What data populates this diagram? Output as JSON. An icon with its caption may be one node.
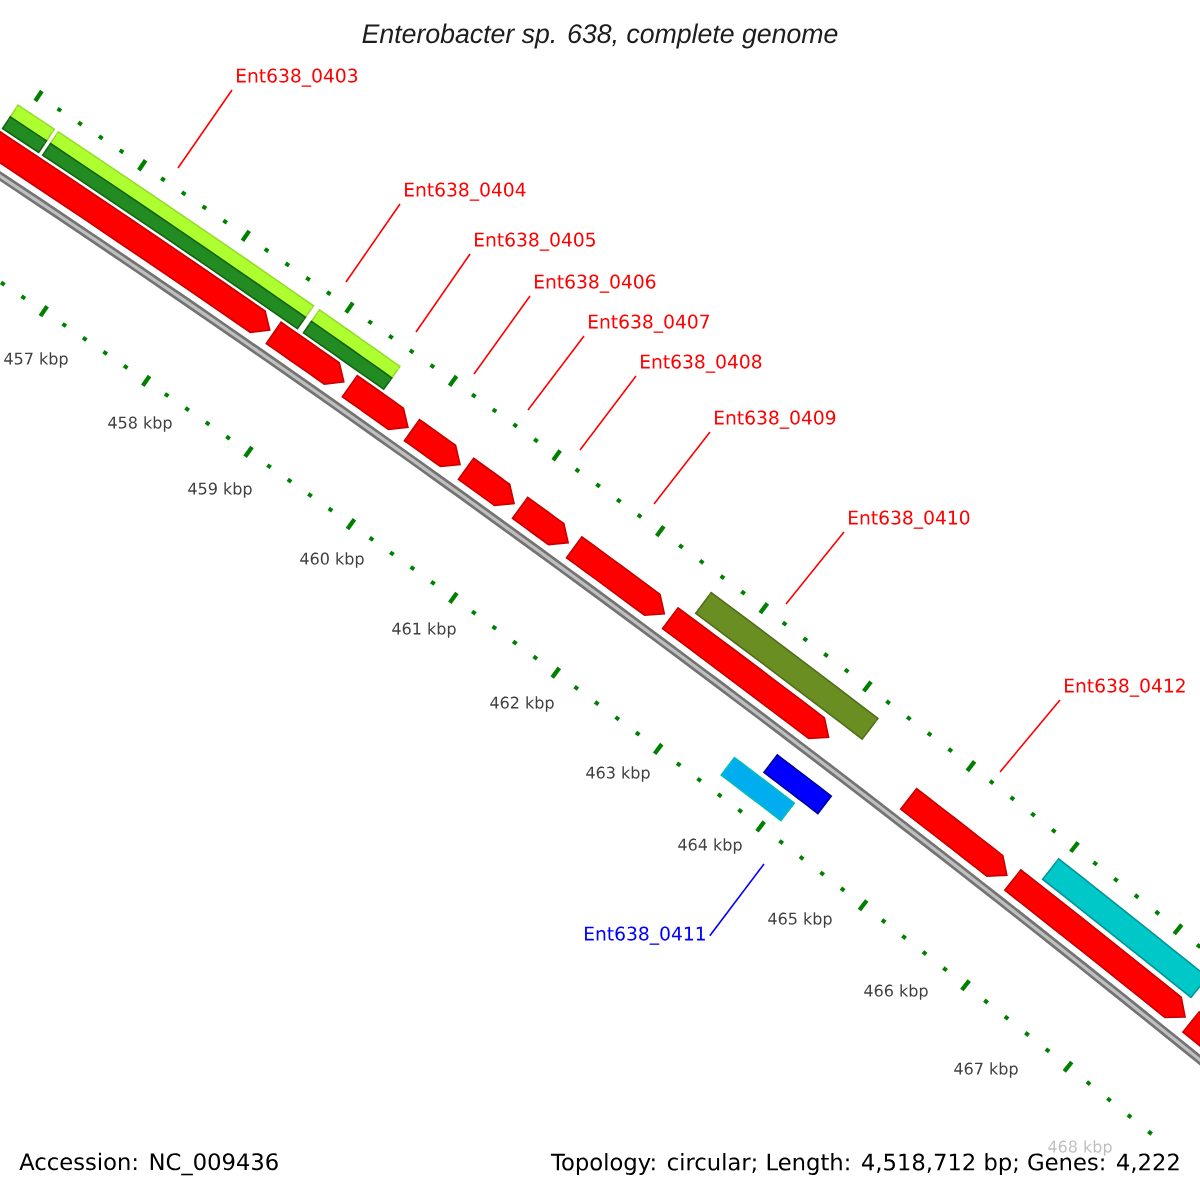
{
  "diagram": {
    "title": "Enterobacter sp. 638, complete genome",
    "nodes": [
      {
        "text": [
          "Ent638_0403"
        ]
      },
      {
        "text": [
          "Ent638_0404"
        ]
      },
      {
        "text": [
          "Ent638_0405"
        ]
      },
      {
        "text": [
          "Ent638_0406"
        ]
      },
      {
        "text": [
          "Ent638_0407"
        ]
      },
      {
        "text": [
          "Ent638_0408"
        ]
      },
      {
        "text": [
          "Ent638_0409"
        ]
      },
      {
        "text": [
          "Ent638_0410"
        ]
      },
      {
        "text": [
          "Ent638_0412"
        ]
      },
      {
        "text": [
          "Ent638_0411"
        ]
      }
    ],
    "edges": [
      {
        "from": 0,
        "to": null,
        "arrow": "none"
      },
      {
        "from": 1,
        "to": null,
        "arrow": "none"
      },
      {
        "from": 2,
        "to": null,
        "arrow": "none"
      },
      {
        "from": 3,
        "to": null,
        "arrow": "none"
      },
      {
        "from": 4,
        "to": null,
        "arrow": "none"
      },
      {
        "from": 5,
        "to": null,
        "arrow": "none"
      },
      {
        "from": 6,
        "to": null,
        "arrow": "none"
      },
      {
        "from": 7,
        "to": null,
        "arrow": "none"
      },
      {
        "from": 8,
        "to": null,
        "arrow": "none"
      },
      {
        "from": 9,
        "to": null,
        "arrow": "none",
        "color": "#0000ff"
      }
    ],
    "labels": [
      "457 kbp",
      "458 kbp",
      "459 kbp",
      "460 kbp",
      "461 kbp",
      "462 kbp",
      "463 kbp",
      "464 kbp",
      "465 kbp",
      "466 kbp",
      "467 kbp",
      "468 kbp",
      "Accession: NC_009436",
      "Topology: circular; Length: 4,518,712 bp; Genes: 4,222"
    ]
  }
}
